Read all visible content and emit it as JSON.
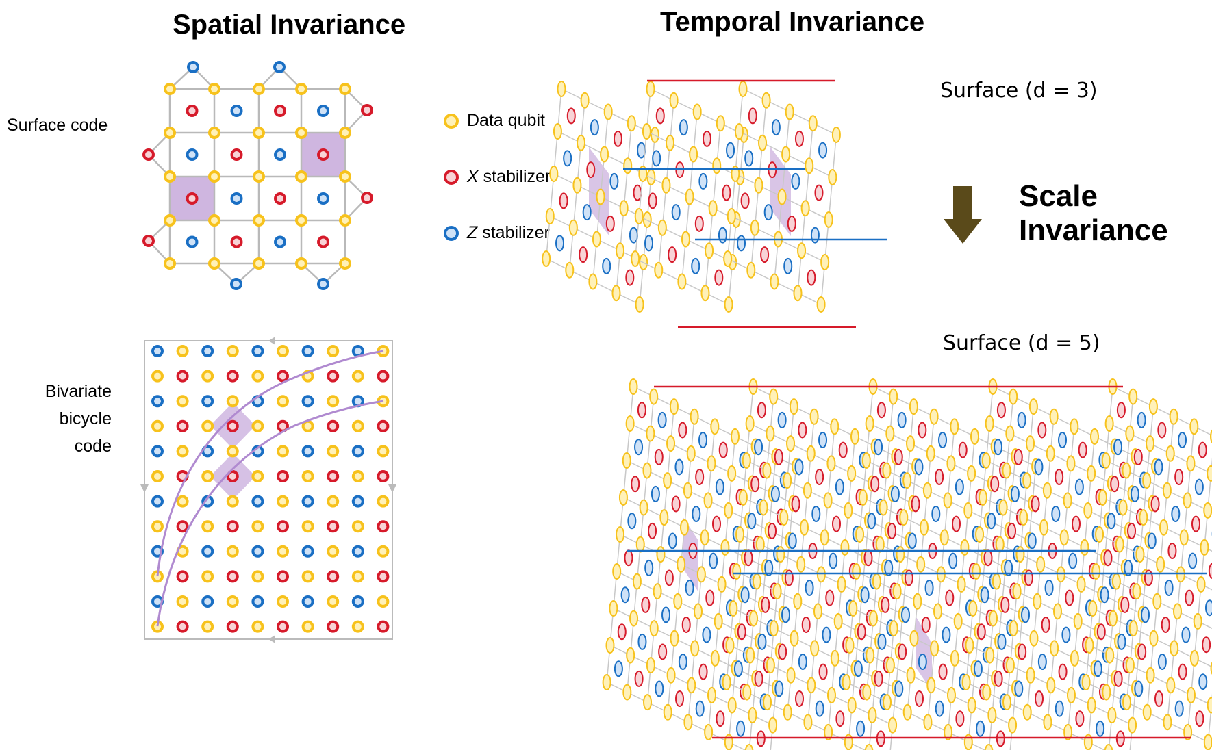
{
  "titles": {
    "spatial": "Spatial Invariance",
    "temporal": "Temporal Invariance"
  },
  "labels": {
    "surface_code": "Surface code",
    "bb_code_line1": "Bivariate",
    "bb_code_line2": "bicycle",
    "bb_code_line3": "code"
  },
  "legend": {
    "data_qubit": "Data qubit",
    "x_prefix": "X",
    "x_suffix": " stabilizer",
    "z_prefix": "Z",
    "z_suffix": " stabilizer"
  },
  "surface_d3": {
    "word": "Surface",
    "expr": "(d = 3)"
  },
  "surface_d5": {
    "word": "Surface",
    "expr": "(d = 5)"
  },
  "scale": {
    "line1": "Scale",
    "line2": "Invariance"
  },
  "colors": {
    "data": "#f7c21c",
    "x_stab": "#d61a2a",
    "z_stab": "#1a6fc4",
    "highlight": "#cfb6e0",
    "grid": "#b9b9b9",
    "arrow": "#5a4a1a",
    "time_x": "#d61a2a",
    "time_z": "#1a6fc4"
  },
  "icons": {
    "arrow": "down-arrow-icon",
    "legend_dot": "circle-icon"
  }
}
